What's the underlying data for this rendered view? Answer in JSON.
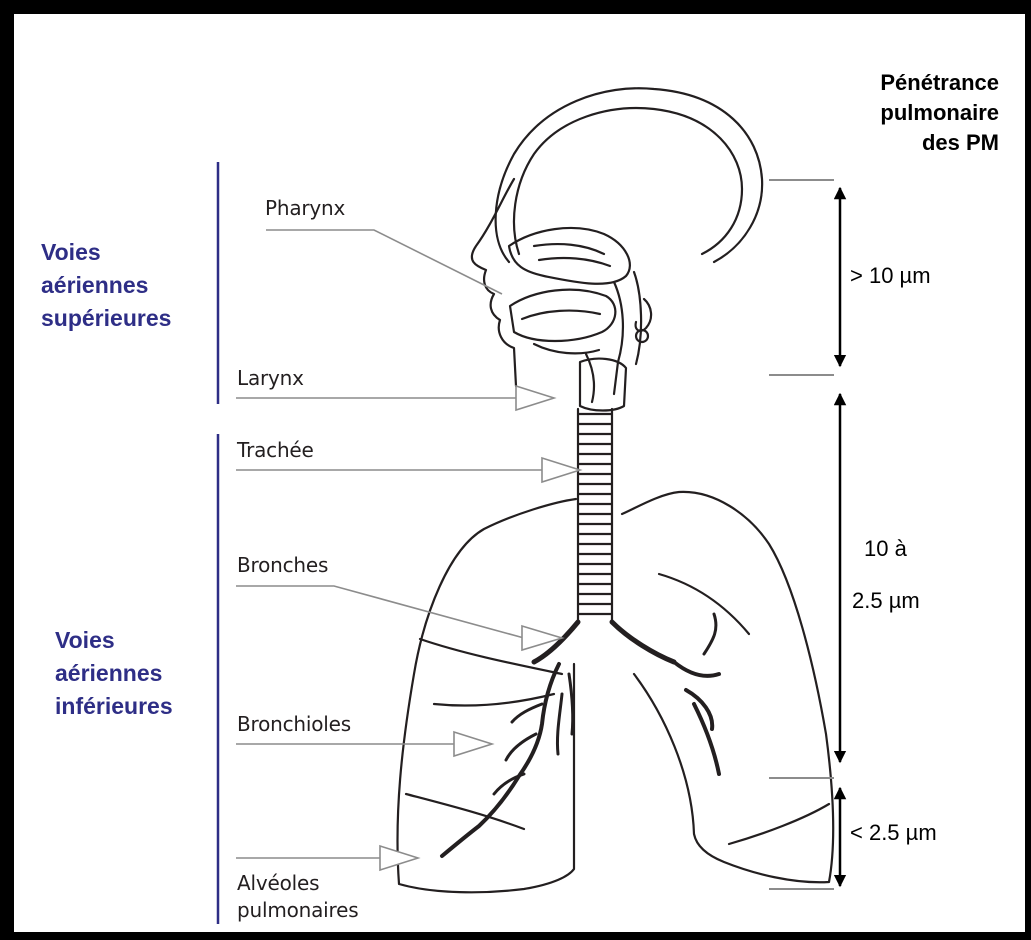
{
  "colors": {
    "border": "#000000",
    "background": "#ffffff",
    "region_label": "#2e2e86",
    "region_bar": "#2e2e86",
    "drawing": "#231f20",
    "pointer": "#8c8c8c"
  },
  "header": {
    "title": "Pénétrance\npulmonaire\ndes PM"
  },
  "regions": {
    "upper": "Voies\naériennes\nsupérieures",
    "lower": "Voies\naériennes\ninférieures"
  },
  "organs": {
    "pharynx": "Pharynx",
    "larynx": "Larynx",
    "trachea": "Trachée",
    "bronchi": "Bronches",
    "bronchioles": "Bronchioles",
    "alveoli_line1": "Alvéoles",
    "alveoli_line2": "pulmonaires"
  },
  "size_ranges": {
    "coarse": "> 10 µm",
    "medium_line1": "10 à",
    "medium_line2": "2.5 µm",
    "fine": "< 2.5 µm"
  }
}
